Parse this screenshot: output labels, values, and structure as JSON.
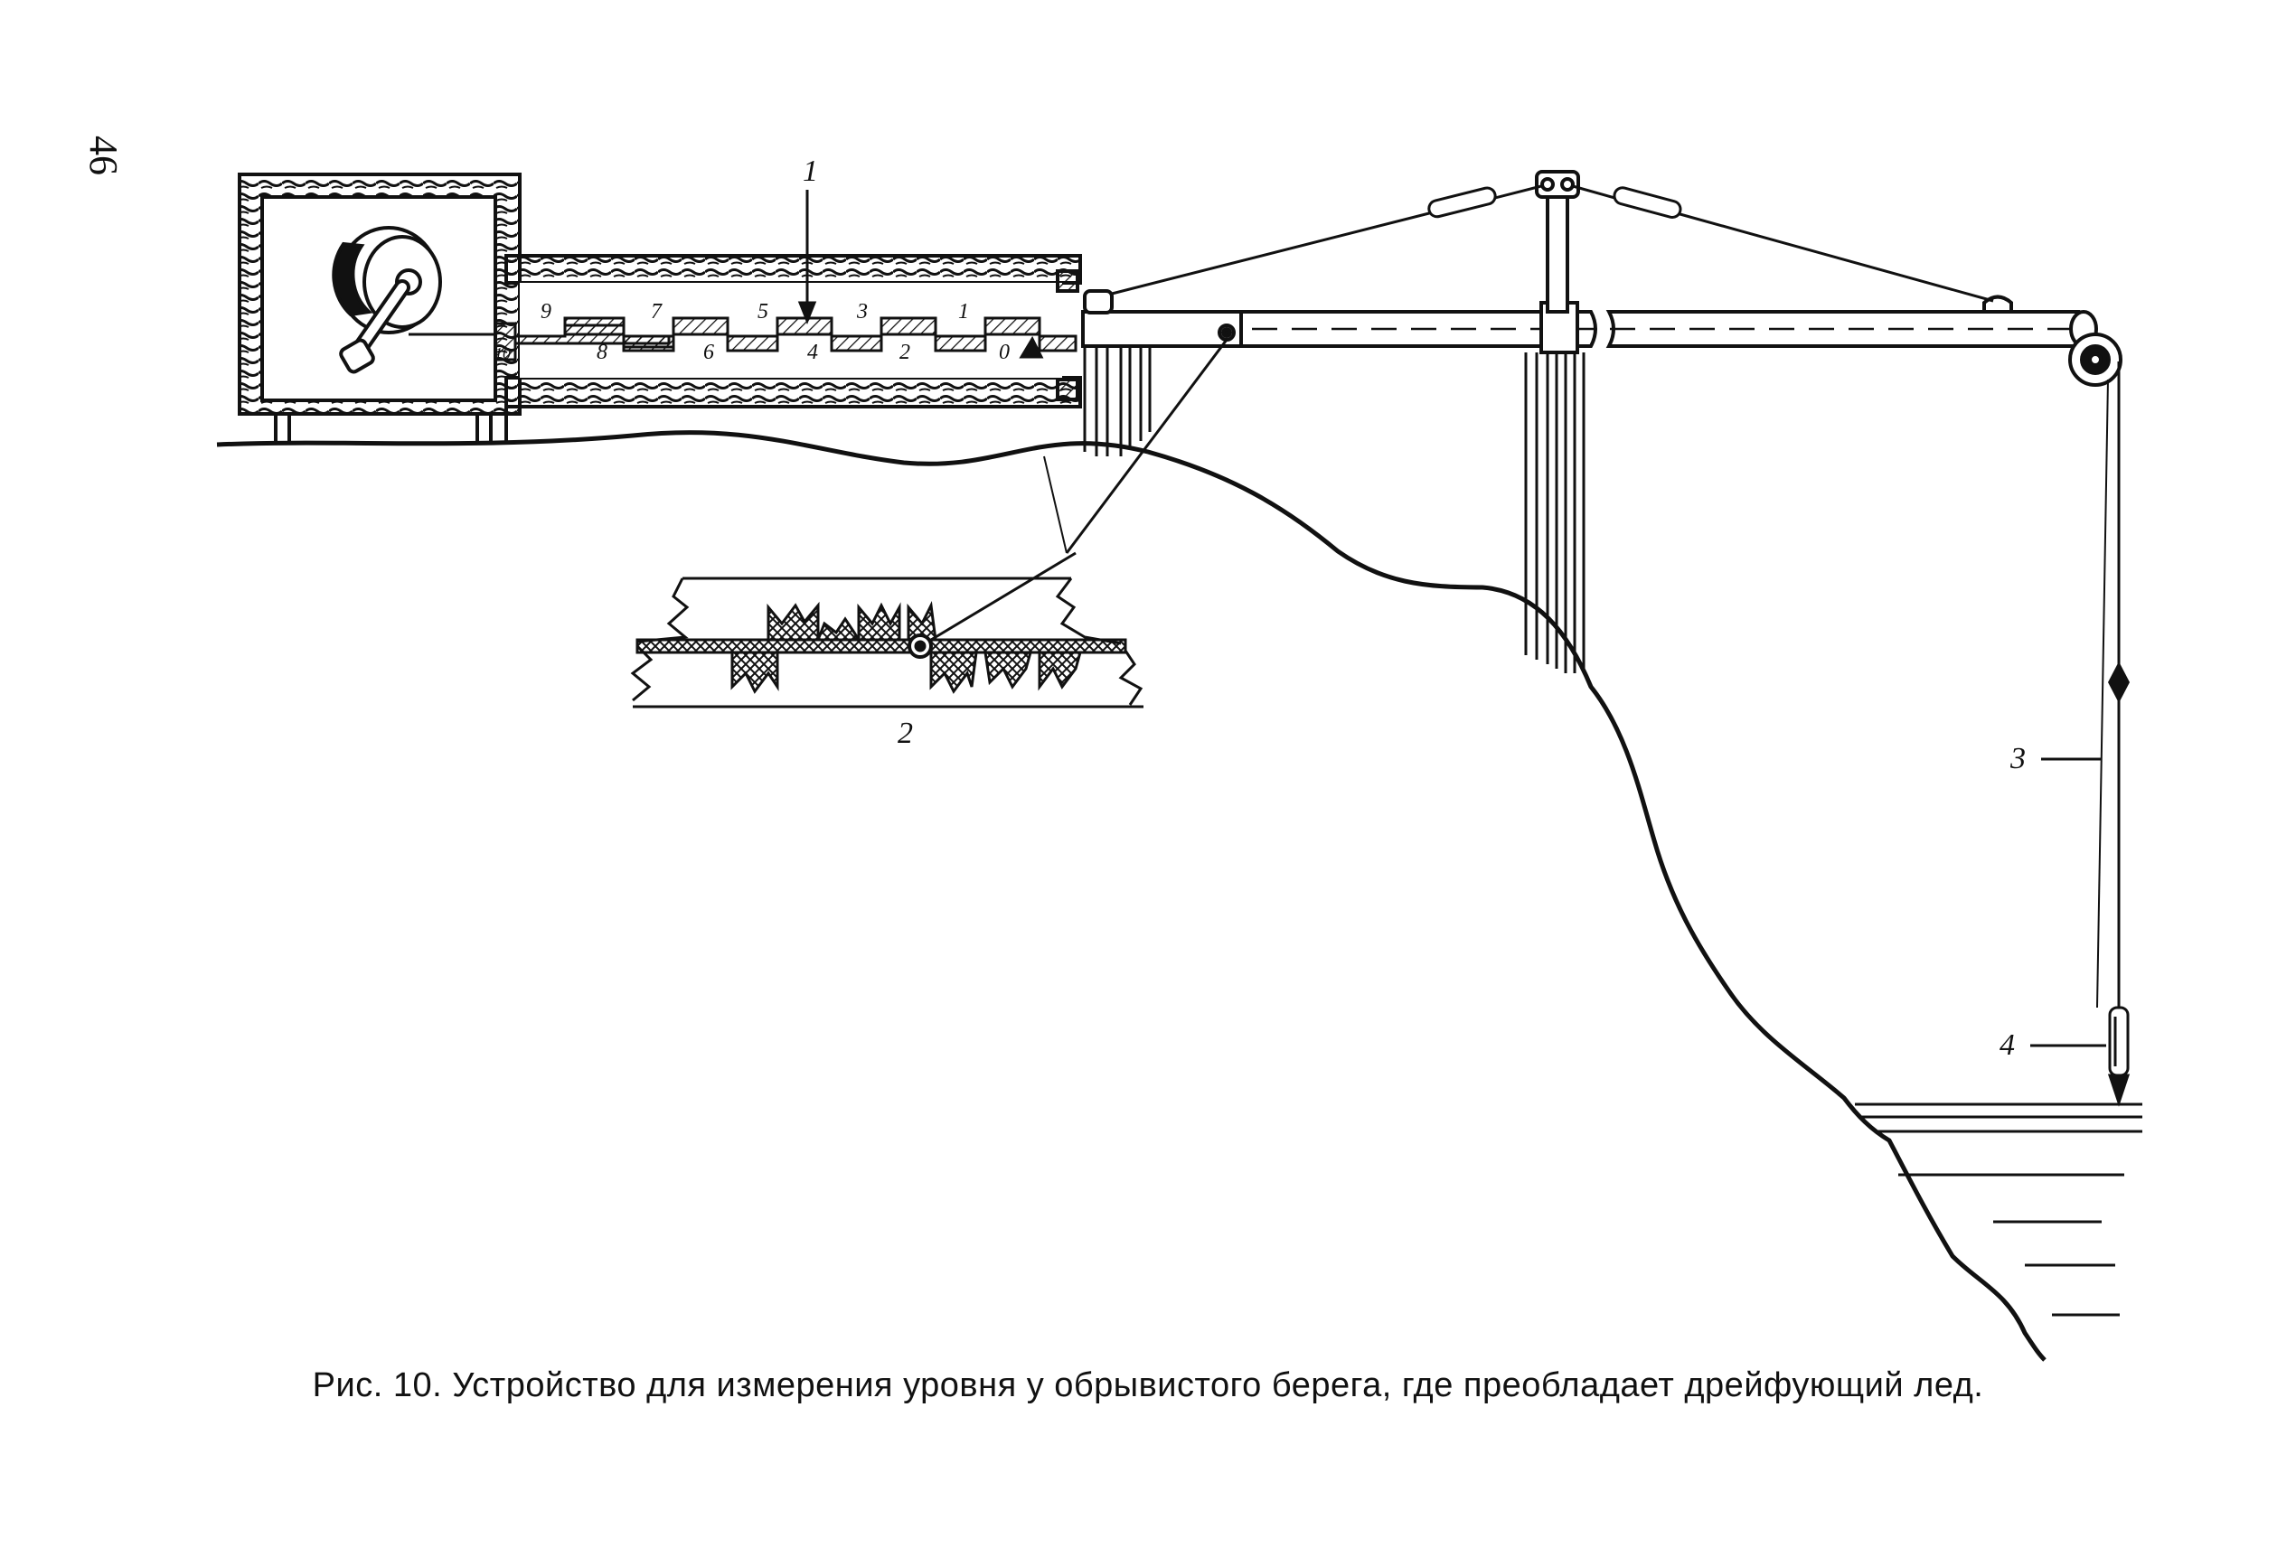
{
  "page_number": "46",
  "caption": "Рис. 10. Устройство для измерения уровня у обрывистого берега, где преобладает   дрейфующий лед.",
  "labels": {
    "l1": "1",
    "l2": "2",
    "l3": "3",
    "l4": "4"
  },
  "scale_marks": [
    "0",
    "1",
    "2",
    "3",
    "4",
    "5",
    "6",
    "7",
    "8",
    "9",
    "10"
  ]
}
